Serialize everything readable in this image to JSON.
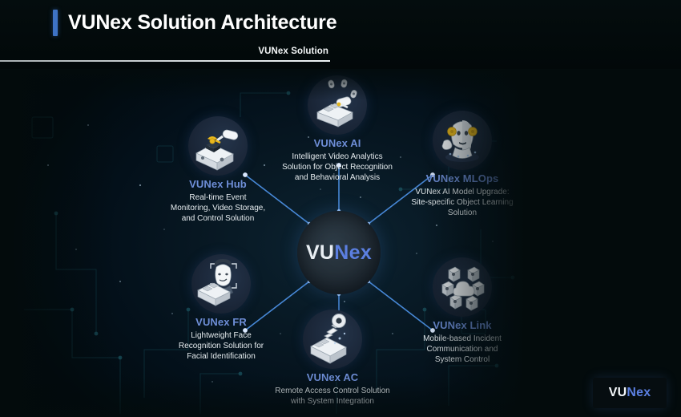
{
  "header": {
    "title": "VUNex Solution Architecture",
    "subtitle": "VUNex Solution",
    "accent_color": "#3e73c6"
  },
  "hub": {
    "logo_prefix": "VU",
    "logo_suffix": "Nex",
    "prefix_color": "#e8eef3",
    "suffix_color": "#5b7fe0"
  },
  "brand_badge": {
    "logo_prefix": "VU",
    "logo_suffix": "Nex"
  },
  "diagram": {
    "title_color": "#6f8fd8",
    "desc_color": "#e6ecef",
    "link_color": "#4b8ee0",
    "nodes": [
      {
        "id": "ai",
        "icon": "nvr-camera-analytics-icon",
        "title": "VUNex AI",
        "description": "Intelligent Video Analytics\nSolution for Object Recognition\nand Behavioral Analysis"
      },
      {
        "id": "mlops",
        "icon": "ai-robot-head-icon",
        "title": "VUNex MLOps",
        "description": "VUNex AI Model Upgrade:\nSite-specific Object Learning\nSolution"
      },
      {
        "id": "hub",
        "icon": "nvr-recorder-camera-icon",
        "title": "VUNex Hub",
        "description": "Real-time Event\nMonitoring, Video Storage,\nand Control Solution"
      },
      {
        "id": "fr",
        "icon": "face-recognition-icon",
        "title": "VUNex FR",
        "description": "Lightweight Face\nRecognition Solution for\nFacial Identification"
      },
      {
        "id": "ac",
        "icon": "access-control-key-icon",
        "title": "VUNex AC",
        "description": "Remote Access Control Solution\nwith System Integration"
      },
      {
        "id": "link",
        "icon": "cloud-mobile-network-icon",
        "title": "VUNex Link",
        "description": "Mobile-based Incident\nCommunication and\nSystem Control"
      }
    ]
  }
}
